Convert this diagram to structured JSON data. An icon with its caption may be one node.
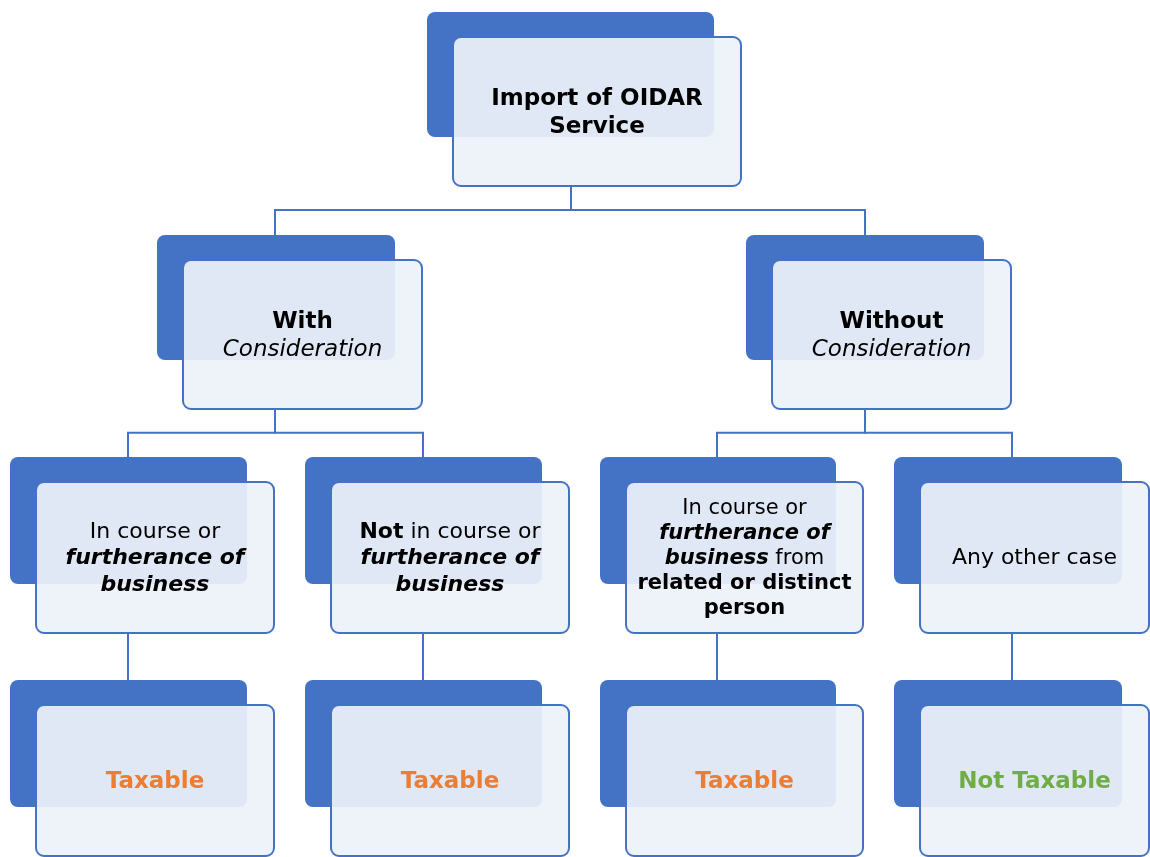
{
  "diagram": {
    "nodes": [
      {
        "text": [
          "Import of OIDAR Service"
        ]
      },
      {
        "text": [
          "**With** *Consideration*"
        ]
      },
      {
        "text": [
          "**Without** *Consideration*"
        ]
      },
      {
        "text": [
          "In course or **furtherance of business**"
        ]
      },
      {
        "text": [
          "**Not** in course or **furtherance of business**"
        ]
      },
      {
        "text": [
          "In course or **furtherance of business** from **related or distinct person**"
        ]
      },
      {
        "text": [
          "Any other case"
        ]
      },
      {
        "text": [
          "Taxable"
        ]
      },
      {
        "text": [
          "Taxable"
        ]
      },
      {
        "text": [
          "Taxable"
        ]
      },
      {
        "text": [
          "Not Taxable"
        ]
      }
    ],
    "edges": [
      {
        "from": 0,
        "to": 1,
        "arrow": "none"
      },
      {
        "from": 0,
        "to": 2,
        "arrow": "none"
      },
      {
        "from": 1,
        "to": 3,
        "arrow": "none"
      },
      {
        "from": 1,
        "to": 4,
        "arrow": "none"
      },
      {
        "from": 2,
        "to": 5,
        "arrow": "none"
      },
      {
        "from": 2,
        "to": 6,
        "arrow": "none"
      },
      {
        "from": 3,
        "to": 7,
        "arrow": "none"
      },
      {
        "from": 4,
        "to": 8,
        "arrow": "none"
      },
      {
        "from": 5,
        "to": 9,
        "arrow": "none"
      },
      {
        "from": 6,
        "to": 10,
        "arrow": "none"
      }
    ]
  }
}
